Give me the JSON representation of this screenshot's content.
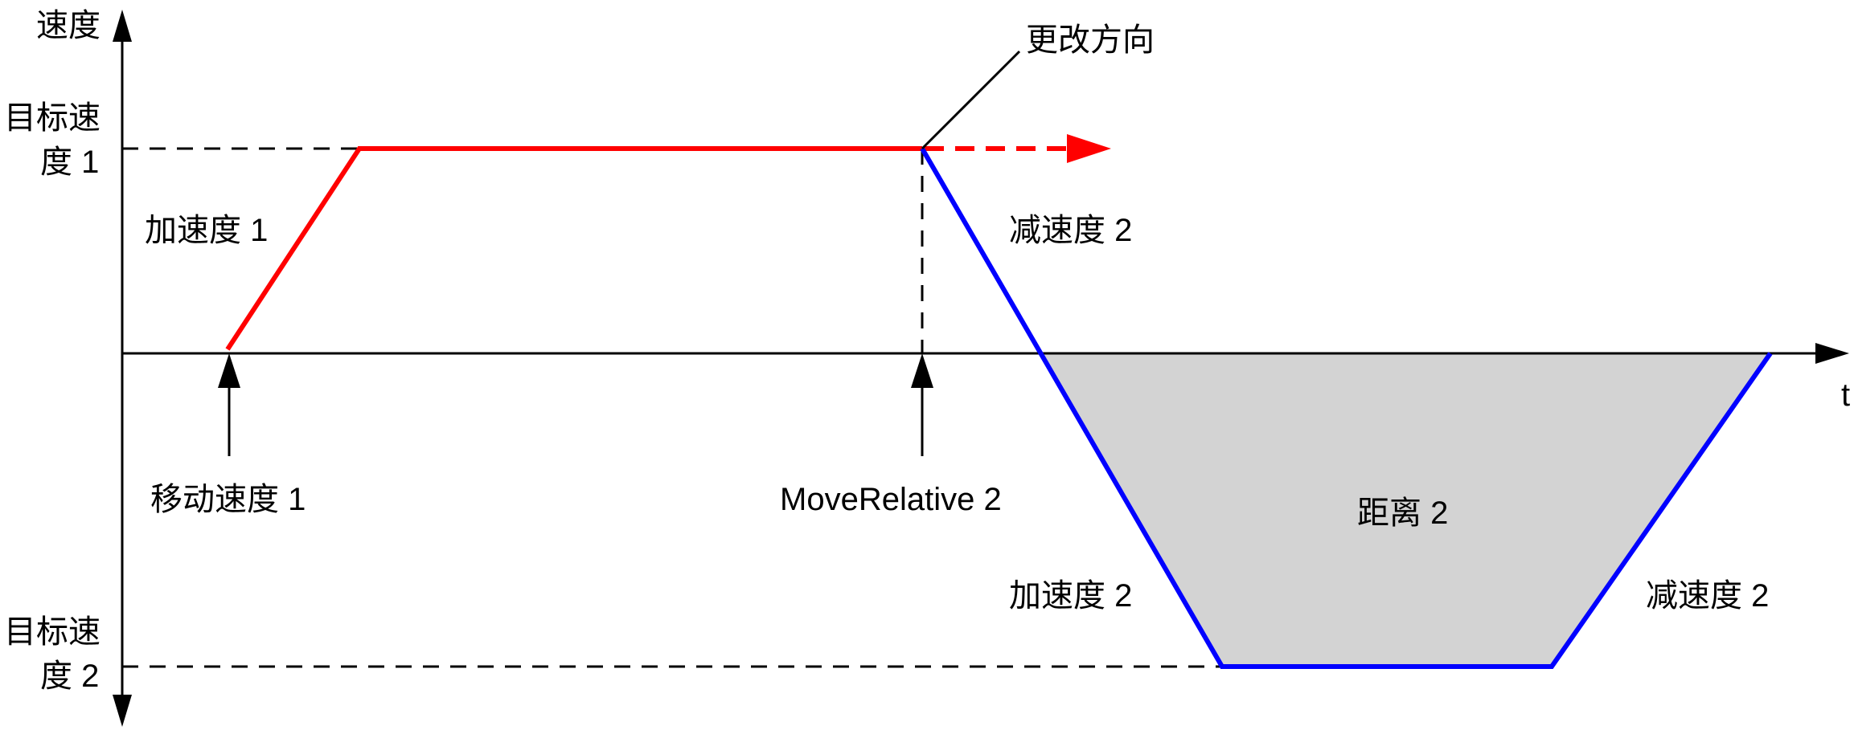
{
  "labels": {
    "y_axis": "速度",
    "x_axis": "t",
    "target_speed_1_line1": "目标速",
    "target_speed_1_line2": "度 1",
    "target_speed_2_line1": "目标速",
    "target_speed_2_line2": "度 2",
    "change_direction": "更改方向",
    "acceleration_1": "加速度 1",
    "deceleration_2_top": "减速度 2",
    "move_velocity_1": "移动速度 1",
    "move_relative_2": "MoveRelative 2",
    "distance_2": "距离 2",
    "acceleration_2": "加速度 2",
    "deceleration_2_bottom": "减速度 2"
  },
  "colors": {
    "first_move": "#ff0000",
    "second_move": "#0000ff",
    "distance_fill": "#d3d3d3",
    "axis": "#000000"
  }
}
